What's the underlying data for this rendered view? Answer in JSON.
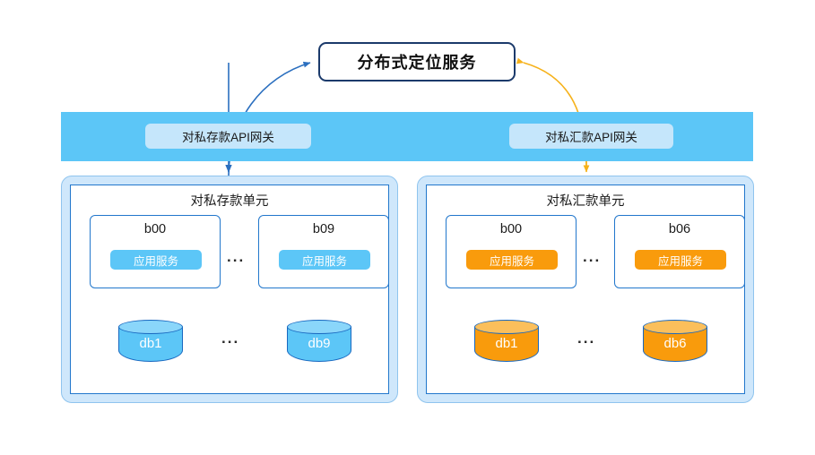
{
  "diagram": {
    "title_box": {
      "label": "分布式定位服务"
    },
    "gateways": [
      {
        "id": "deposit-gateway",
        "label": "对私存款API网关"
      },
      {
        "id": "remittance-gateway",
        "label": "对私汇款API网关"
      }
    ],
    "units": [
      {
        "id": "deposit-unit",
        "title": "对私存款单元",
        "accent": "#5CC6F7",
        "service_label": "应用服务",
        "ellipsis": "...",
        "cells": [
          {
            "name": "b00",
            "service": "应用服务"
          },
          {
            "name": "b09",
            "service": "应用服务"
          }
        ],
        "databases": [
          {
            "name": "db1"
          },
          {
            "name": "db9"
          }
        ]
      },
      {
        "id": "remittance-unit",
        "title": "对私汇款单元",
        "accent": "#F99B0C",
        "service_label": "应用服务",
        "ellipsis": "...",
        "cells": [
          {
            "name": "b00",
            "service": "应用服务"
          },
          {
            "name": "b06",
            "service": "应用服务"
          }
        ],
        "databases": [
          {
            "name": "db1"
          },
          {
            "name": "db6"
          }
        ]
      }
    ],
    "colors": {
      "band_blue": "#5CC6F7",
      "label_blue": "#C5E6FB",
      "frame_blue": "#CFE7FB",
      "border_blue": "#2277CC",
      "arrow_blue": "#2B6FBF",
      "arrow_orange": "#F6B21B",
      "arrow_salmon": "#F6A98A",
      "title_border": "#1B3A6B",
      "orange": "#F99B0C"
    }
  }
}
